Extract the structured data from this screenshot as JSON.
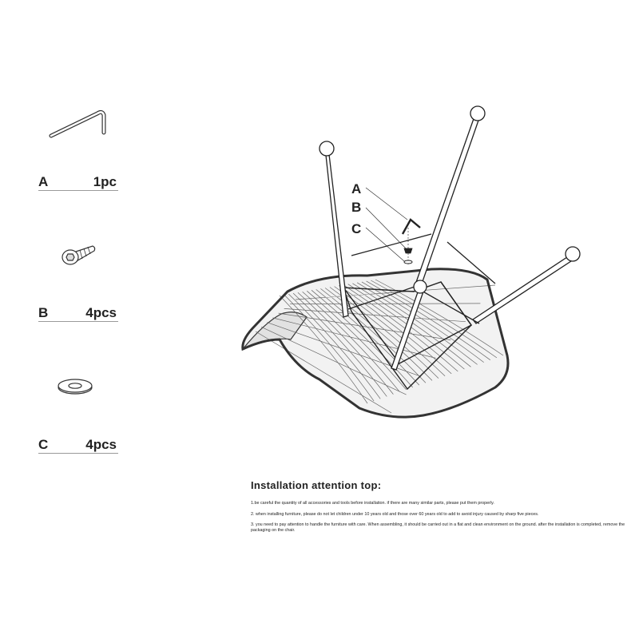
{
  "parts": [
    {
      "letter": "A",
      "qty": "1pc",
      "icon": "hex-key-icon"
    },
    {
      "letter": "B",
      "qty": "4pcs",
      "icon": "bolt-icon"
    },
    {
      "letter": "C",
      "qty": "4pcs",
      "icon": "washer-icon"
    }
  ],
  "callouts": {
    "a": "A",
    "b": "B",
    "c": "C"
  },
  "instructions": {
    "title": "Installation attention top:",
    "notes": [
      "1.be careful the quantity of all accessories and tools before installation. if there are many similar parts, please put them properly.",
      "2. when installing furniture, please do not let children under 10 years old and those over 60 years old to add to avoid injury caused by sharp five pieces.",
      "3. you need to pay attention to handle the furniture with care. When assembling, it should be carried out in a flat and clean environment on the ground. after the installation is completed, remove the packaging on the chair."
    ]
  }
}
